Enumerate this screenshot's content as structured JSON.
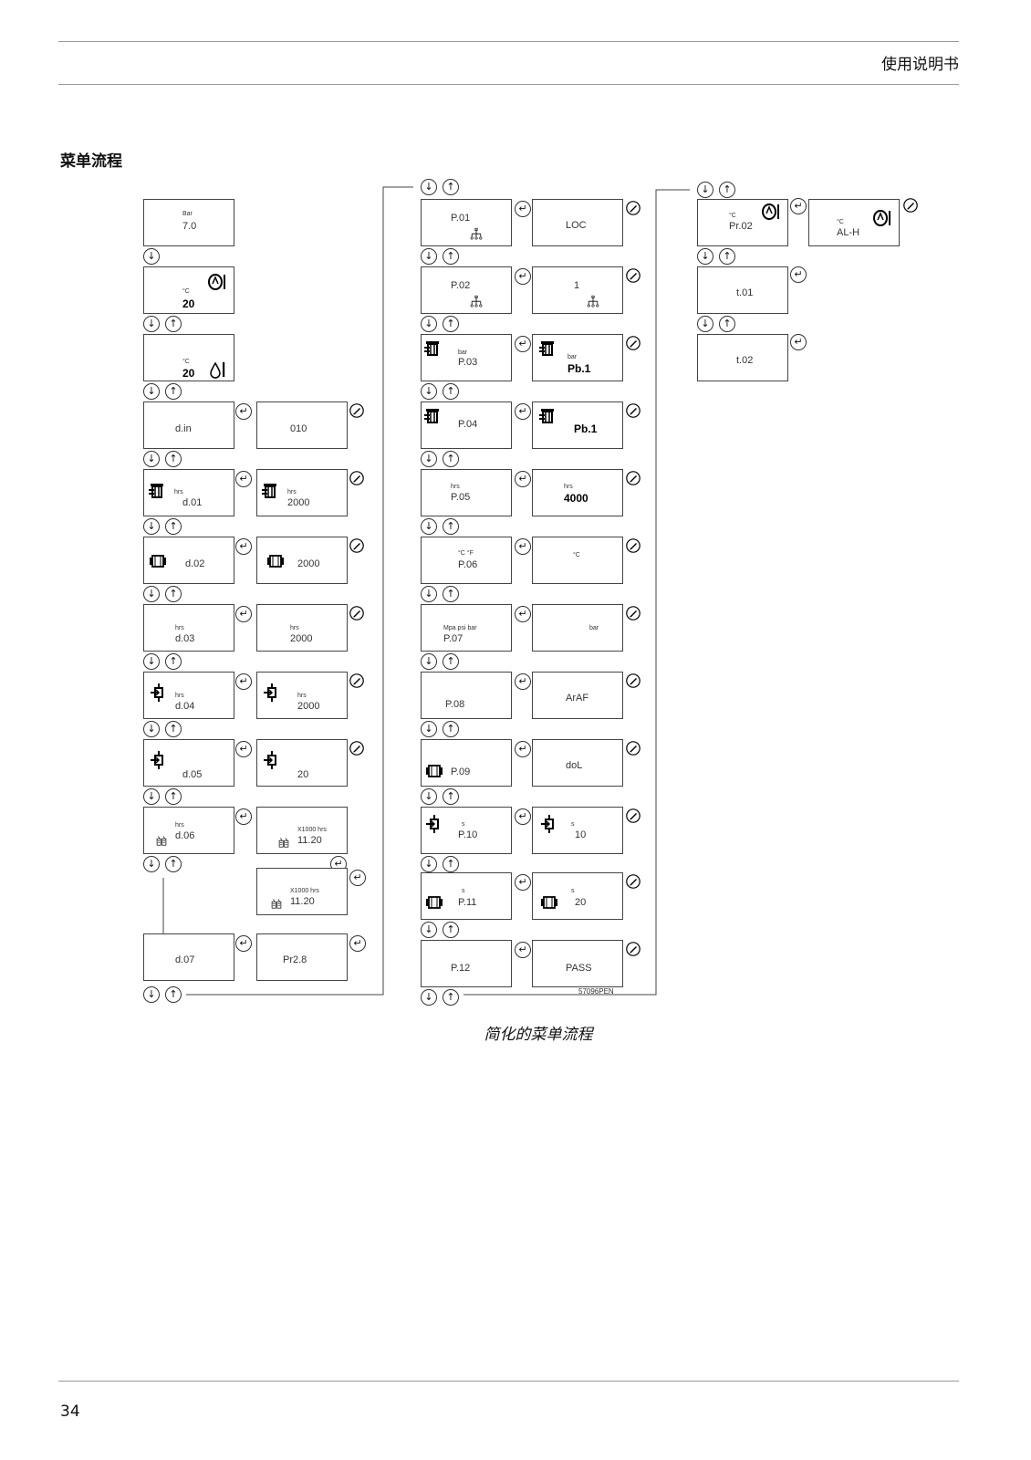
{
  "header": {
    "manual_title": "使用说明书"
  },
  "section_title": "菜单流程",
  "caption": "简化的菜单流程",
  "page_number": "34",
  "figure_code": "57096PEN",
  "screens": {
    "bar": {
      "unit": "Bar",
      "value": "7.0"
    },
    "temp1": {
      "unit": "°C",
      "value": "20"
    },
    "temp2": {
      "unit": "°C",
      "value": "20"
    },
    "din": {
      "code": "d.in",
      "value": "010"
    },
    "d01": {
      "unit": "hrs",
      "code": "d.01",
      "value": "2000"
    },
    "d02": {
      "code": "d.02",
      "value": "2000"
    },
    "d03": {
      "unit": "hrs",
      "code": "d.03",
      "value": "2000"
    },
    "d04": {
      "unit": "hrs",
      "code": "d.04",
      "value": "2000"
    },
    "d05": {
      "code": "d.05",
      "value": "20"
    },
    "d06": {
      "unit": "hrs",
      "code": "d.06",
      "value_unit": "X1000 hrs",
      "value": "11.20"
    },
    "d06b": {
      "value_unit": "X1000 hrs",
      "value": "11.20"
    },
    "d07": {
      "code": "d.07",
      "value": "Pr2.8"
    },
    "p01": {
      "code": "P.01",
      "value": "LOC"
    },
    "p02": {
      "code": "P.02",
      "value": "1"
    },
    "p03": {
      "unit": "bar",
      "code": "P.03",
      "value": "Pb.1"
    },
    "p04": {
      "code": "P.04",
      "value": "Pb.1"
    },
    "p05": {
      "unit": "hrs",
      "code": "P.05",
      "value": "4000"
    },
    "p06": {
      "units": "°C   °F",
      "code": "P.06",
      "value": "°C"
    },
    "p07": {
      "units": "Mpa   psi   bar",
      "code": "P.07",
      "value": "bar"
    },
    "p08": {
      "code": "P.08",
      "value": "ArAF"
    },
    "p09": {
      "code": "P.09",
      "value": "doL"
    },
    "p10": {
      "unit": "s",
      "code": "P.10",
      "value": "10"
    },
    "p11": {
      "unit": "s",
      "code": "P.11",
      "value": "20"
    },
    "p12": {
      "code": "P.12",
      "value": "PASS"
    },
    "pr02": {
      "unit": "°C",
      "code": "Pr.02",
      "value": "AL-H"
    },
    "t01": {
      "code": "t.01"
    },
    "t02": {
      "code": "t.02"
    }
  },
  "nav_symbols": {
    "down": "↓",
    "up": "↑",
    "enter": "↵"
  },
  "icons": [
    "compressor-icon",
    "drop-icon",
    "filter-icon",
    "separator-icon",
    "motor-icon",
    "network-icon",
    "service-icon",
    "edit-icon"
  ]
}
